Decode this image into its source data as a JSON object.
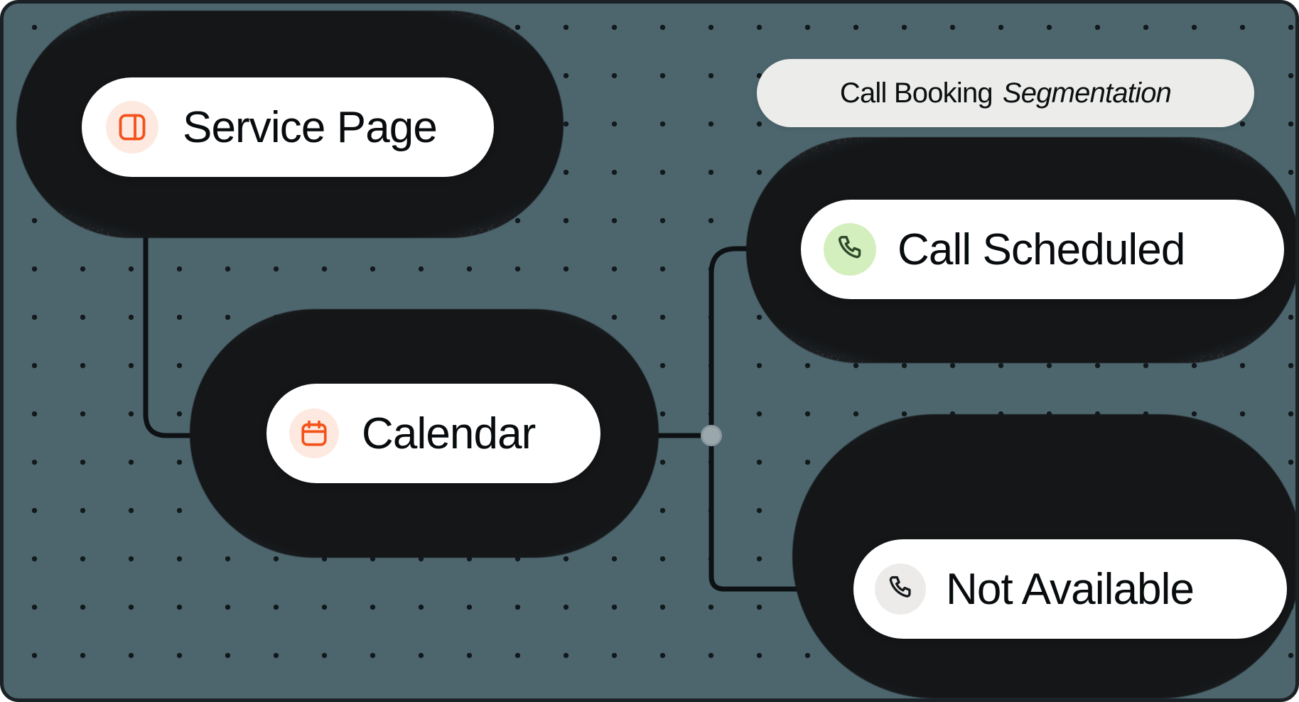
{
  "canvas": {
    "background_color": "#4d666e",
    "border_color": "#1b2226",
    "grid_dot_color": "#12181b"
  },
  "banner": {
    "name": "call-booking-segmentation-banner",
    "text_regular": "Call Booking",
    "text_italic": "Segmentation",
    "background_color": "#ececea"
  },
  "nodes": [
    {
      "id": "service-page",
      "label": "Service Page",
      "icon": "layout-panel-icon",
      "icon_color": "#f4521a",
      "icon_bg_color": "#fde9e0"
    },
    {
      "id": "calendar",
      "label": "Calendar",
      "icon": "calendar-icon",
      "icon_color": "#f4521a",
      "icon_bg_color": "#fde9e0"
    },
    {
      "id": "call-scheduled",
      "label": "Call Scheduled",
      "icon": "phone-icon",
      "icon_color": "#2d4a2c",
      "icon_bg_color": "#d4efbe"
    },
    {
      "id": "not-available",
      "label": "Not Available",
      "icon": "phone-icon",
      "icon_color": "#15191b",
      "icon_bg_color": "#ecebe9"
    }
  ],
  "connectors": {
    "line_color": "#0d1114",
    "junction_color": "#9aa7ac",
    "edges": [
      {
        "from": "service-page",
        "to": "calendar"
      },
      {
        "from": "calendar",
        "to": "call-scheduled"
      },
      {
        "from": "calendar",
        "to": "not-available"
      }
    ]
  }
}
